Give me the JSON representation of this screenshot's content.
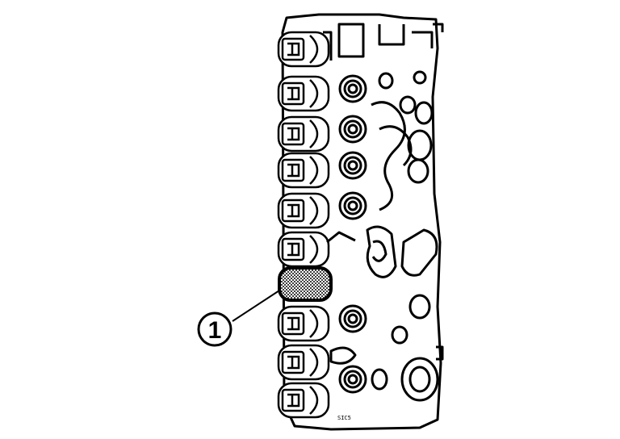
{
  "diagram": {
    "callouts": [
      {
        "label": "1",
        "target": "highlighted-solenoid"
      }
    ],
    "part_code": "SIC5",
    "colors": {
      "line": "#000000",
      "background": "#ffffff",
      "highlight_fill": "#8a8a8a"
    }
  }
}
